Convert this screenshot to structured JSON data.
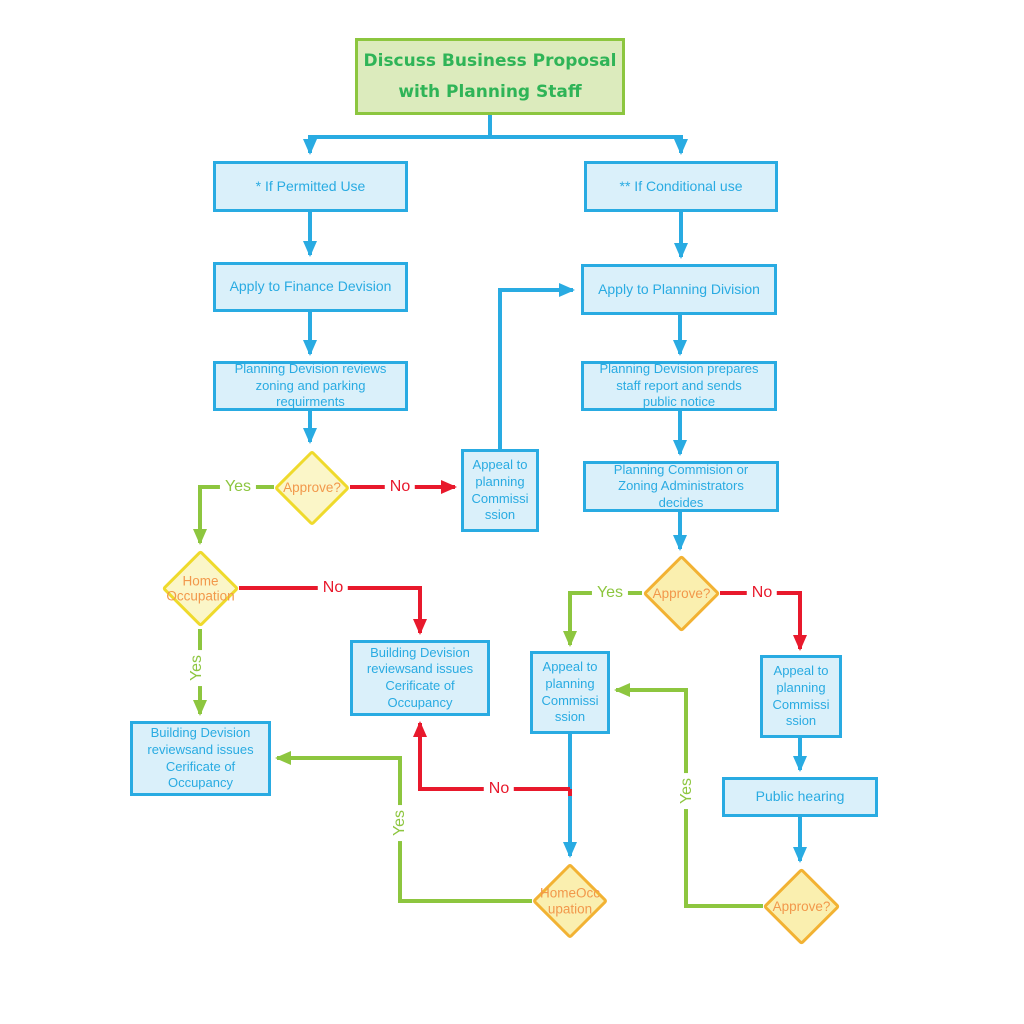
{
  "diagram": {
    "title": "Discuss Business Proposal\nwith Planning Staff",
    "nodes": {
      "permitted": "* If Permitted Use",
      "conditional": "** If Conditional use",
      "apply_finance": "Apply to Finance Devision",
      "apply_planning": "Apply to Planning Division",
      "planning_reviews": "Planning Devision reviews\nzoning and parking\nrequirments",
      "planning_prepares": "Planning Devision prepares\nstaff report and sends\npublic notice",
      "commission_decides": "Planning Commision or\nZoning Administrators\ndecides",
      "approve_left": "Approve?",
      "home_occupation": "Home\nOccupation",
      "appeal_first": "Appeal to\nplanning\nCommissi\nssion",
      "building_mid": "Building Devision\nreviewsand issues\nCerificate of\nOccupancy",
      "building_left": "Building Devision\nreviewsand issues\nCerificate of\nOccupancy",
      "appeal_mid": "Appeal to\nplanning\nCommissi\nssion",
      "appeal_right": "Appeal to\nplanning\nCommissi\nssion",
      "public_hearing": "Public hearing",
      "approve_right": "Approve?",
      "home_occ_bottom": "HomeOcc\nupation",
      "approve_bottom": "Approve?"
    },
    "edge_labels": {
      "yes": "Yes",
      "no": "No"
    },
    "colors": {
      "process_border": "#29ABE2",
      "process_fill": "#DAF0FA",
      "process_text": "#29ABE2",
      "title_border": "#8CC63F",
      "title_fill": "#DCEBBD",
      "title_text": "#2FB457",
      "decision_yellow_border": "#EFDA2C",
      "decision_yellow_fill": "#FBF6C8",
      "decision_orange_border": "#F2B233",
      "decision_orange_fill": "#FAEFAF",
      "decision_text": "#F2984B",
      "yes_line": "#8DC63F",
      "no_line": "#E8192C",
      "flow_line": "#29ABE2"
    }
  }
}
